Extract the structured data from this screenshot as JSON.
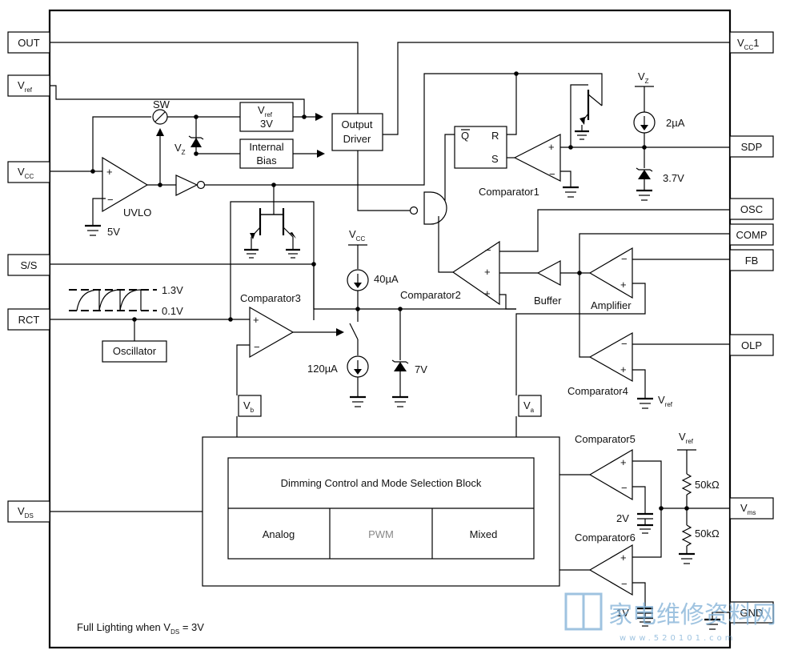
{
  "pins_left": {
    "out": "OUT",
    "vref_main": "V",
    "vref_sub": "ref",
    "vcc_main": "V",
    "vcc_sub": "CC",
    "ss": "S/S",
    "rct": "RCT",
    "vds_main": "V",
    "vds_sub": "DS"
  },
  "pins_right": {
    "vcc1_main": "V",
    "vcc1_sub": "CC",
    "vcc1_suffix": "1",
    "sdp": "SDP",
    "osc": "OSC",
    "comp": "COMP",
    "fb": "FB",
    "olp": "OLP",
    "vms_main": "V",
    "vms_sub": "ms",
    "gnd": "GND"
  },
  "blocks": {
    "vref3v_main": "V",
    "vref3v_sub": "ref",
    "vref3v_value": "3V",
    "internal_bias_line1": "Internal",
    "internal_bias_line2": "Bias",
    "output_driver_line1": "Output",
    "output_driver_line2": "Driver",
    "flipflop_q": "Q",
    "flipflop_r": "R",
    "flipflop_s": "S",
    "oscillator": "Oscillator",
    "vb_main": "V",
    "vb_sub": "b",
    "va_main": "V",
    "va_sub": "a",
    "dimming_block": "Dimming Control and Mode Selection Block",
    "mode_analog": "Analog",
    "mode_pwm": "PWM",
    "mode_mixed": "Mixed"
  },
  "labels": {
    "sw": "SW",
    "vz_left_main": "V",
    "vz_left_sub": "Z",
    "uvlo": "UVLO",
    "v5": "5V",
    "vz_right_main": "V",
    "vz_right_sub": "Z",
    "i2ua": "2µA",
    "v37": "3.7V",
    "comparator1": "Comparator1",
    "vcc_src_main": "V",
    "vcc_src_sub": "CC",
    "i40ua": "40µA",
    "comparator2": "Comparator2",
    "buffer": "Buffer",
    "amplifier": "Amplifier",
    "v13": "1.3V",
    "v01": "0.1V",
    "comparator3": "Comparator3",
    "i120ua": "120µA",
    "v7": "7V",
    "comparator4": "Comparator4",
    "vref_c4_main": "V",
    "vref_c4_sub": "ref",
    "comparator5": "Comparator5",
    "vref_div_main": "V",
    "vref_div_sub": "ref",
    "r50k_top": "50kΩ",
    "r50k_bot": "50kΩ",
    "v2": "2V",
    "comparator6": "Comparator6",
    "v1": "1V",
    "footnote_prefix": "Full Lighting when V",
    "footnote_sub": "DS",
    "footnote_suffix": " = 3V",
    "watermark_cn": "家电维修资料网",
    "watermark_url": "www.520101.com"
  }
}
